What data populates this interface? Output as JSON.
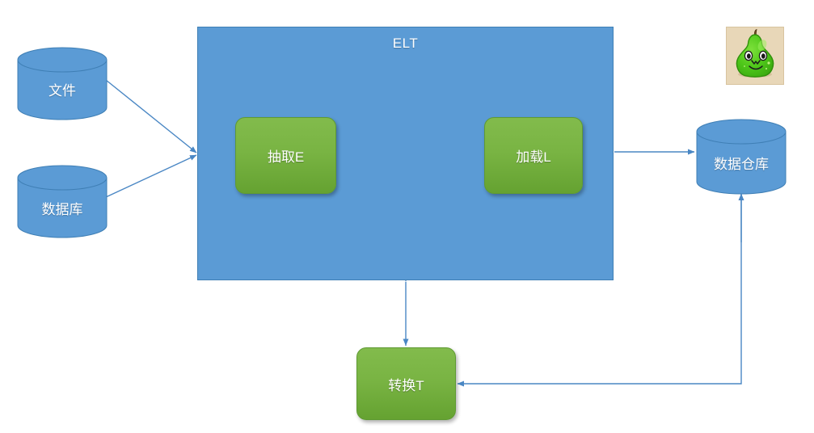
{
  "diagram": {
    "title": "ELT",
    "container": {
      "label": "ELT",
      "fill_color": "#5B9BD5",
      "border_color": "#3F7FB5"
    },
    "sources": [
      {
        "id": "file",
        "label": "文件",
        "shape": "cylinder",
        "color": "#5B9BD5"
      },
      {
        "id": "database",
        "label": "数据库",
        "shape": "cylinder",
        "color": "#5B9BD5"
      }
    ],
    "processes": [
      {
        "id": "extract",
        "label": "抽取E",
        "shape": "rounded-rect",
        "color": "#79B443"
      },
      {
        "id": "load",
        "label": "加载L",
        "shape": "rounded-rect",
        "color": "#79B443"
      },
      {
        "id": "transform",
        "label": "转换T",
        "shape": "rounded-rect",
        "color": "#79B443"
      }
    ],
    "targets": [
      {
        "id": "warehouse",
        "label": "数据仓库",
        "shape": "cylinder",
        "color": "#5B9BD5"
      }
    ],
    "edges": [
      {
        "from": "file",
        "to": "elt",
        "arrow": "single"
      },
      {
        "from": "database",
        "to": "elt",
        "arrow": "single"
      },
      {
        "from": "load",
        "to": "warehouse",
        "arrow": "single"
      },
      {
        "from": "elt",
        "to": "transform",
        "arrow": "double"
      },
      {
        "from": "warehouse",
        "to": "transform",
        "arrow": "single"
      }
    ],
    "edge_color": "#4A87C4",
    "mascot": {
      "name": "green-pear-mascot",
      "body_color": "#4CC417",
      "background_color": "#E8D7B8"
    }
  }
}
